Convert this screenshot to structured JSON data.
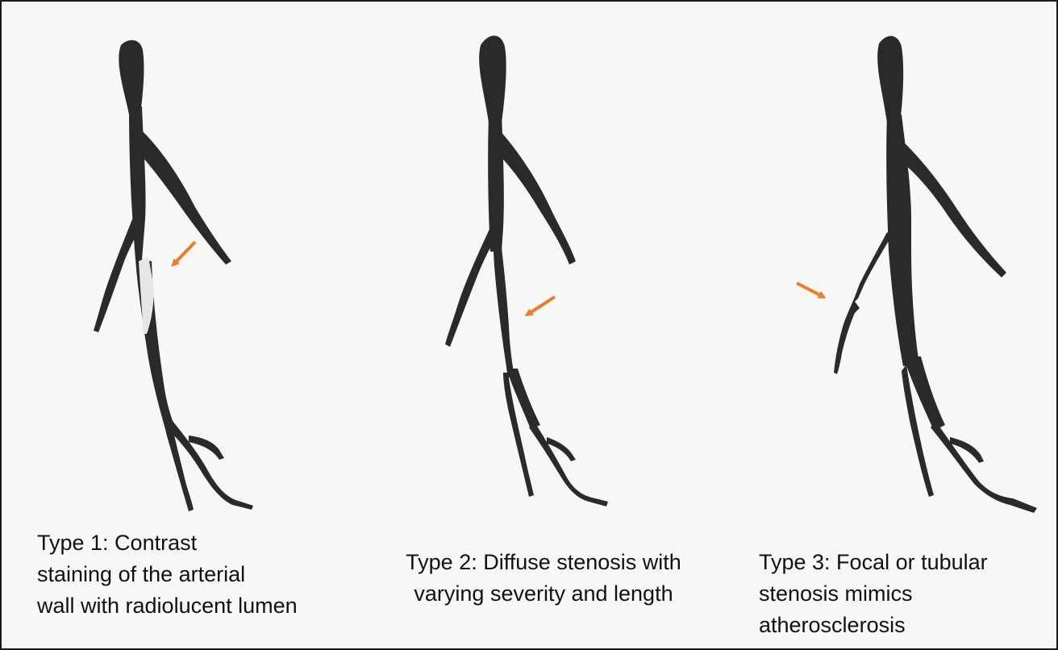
{
  "colors": {
    "background": "#f7f7f5",
    "vessel": "#2a2a2a",
    "contrast_wall": "#e6e6e6",
    "arrow": "#ee7a2e"
  },
  "panels": [
    {
      "name": "type-1",
      "caption_lines": [
        "Type 1: Contrast",
        "staining of the arterial",
        "wall with radiolucent lumen"
      ]
    },
    {
      "name": "type-2",
      "caption_lines": [
        "Type 2: Diffuse stenosis with",
        "varying severity and length"
      ]
    },
    {
      "name": "type-3",
      "caption_lines": [
        "Type 3: Focal or tubular",
        "stenosis mimics",
        "atherosclerosis"
      ]
    }
  ]
}
